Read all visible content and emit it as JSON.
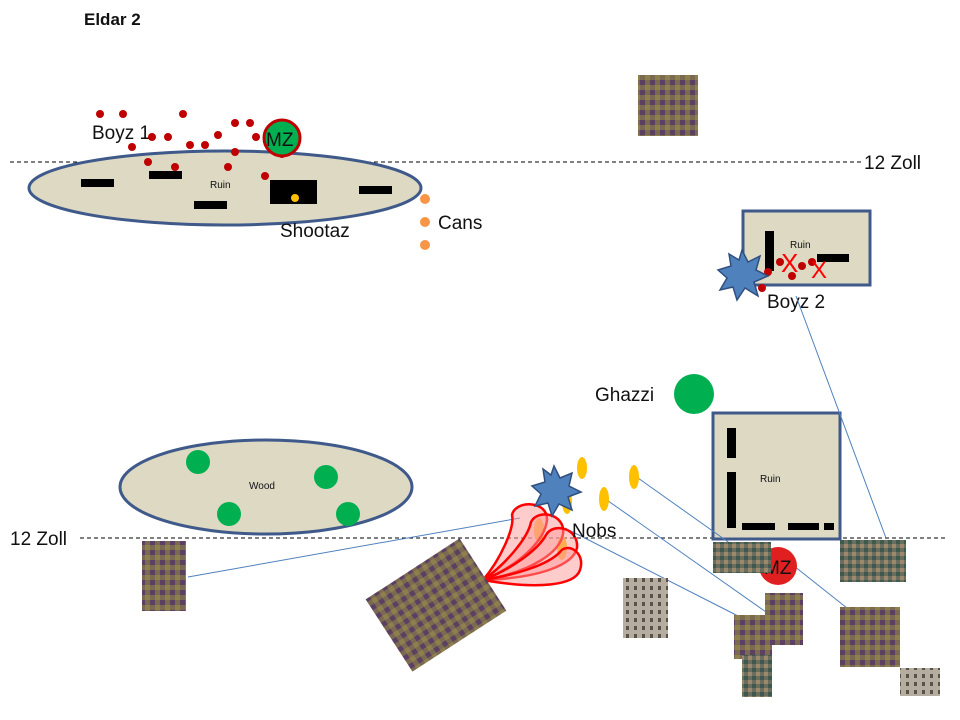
{
  "header": {
    "title": "Eldar 2"
  },
  "range_lines": {
    "top_label": "12  Zoll",
    "bottom_label": "12 Zoll"
  },
  "terrain": {
    "ruin_left": "Ruin",
    "ruin_top_right": "Ruin",
    "ruin_mid_right": "Ruin",
    "wood": "Wood"
  },
  "units": {
    "boyz1": "Boyz 1",
    "mz_top": "MZ",
    "shootaz": "Shootaz",
    "cans": "Cans",
    "boyz2": "Boyz 2",
    "ghazzi": "Ghazzi",
    "nobs": "Nobs",
    "mz_bottom": "MZ"
  },
  "casualty_marks": [
    "X",
    "X"
  ],
  "colors": {
    "ork_red": "#c00000",
    "ork_green": "#00b050",
    "terrain_fill": "#ddd9c3",
    "terrain_border": "#3f5a8a",
    "explosion_blue": "#4f81bd",
    "cans_orange": "#f79646",
    "nobs_yellow": "#ffc000",
    "template_red": "#ff0000",
    "target_line": "#4f81bd"
  },
  "icons": [
    "explosion-icon",
    "flamer-template-icon",
    "eldar-miniature-photo"
  ]
}
